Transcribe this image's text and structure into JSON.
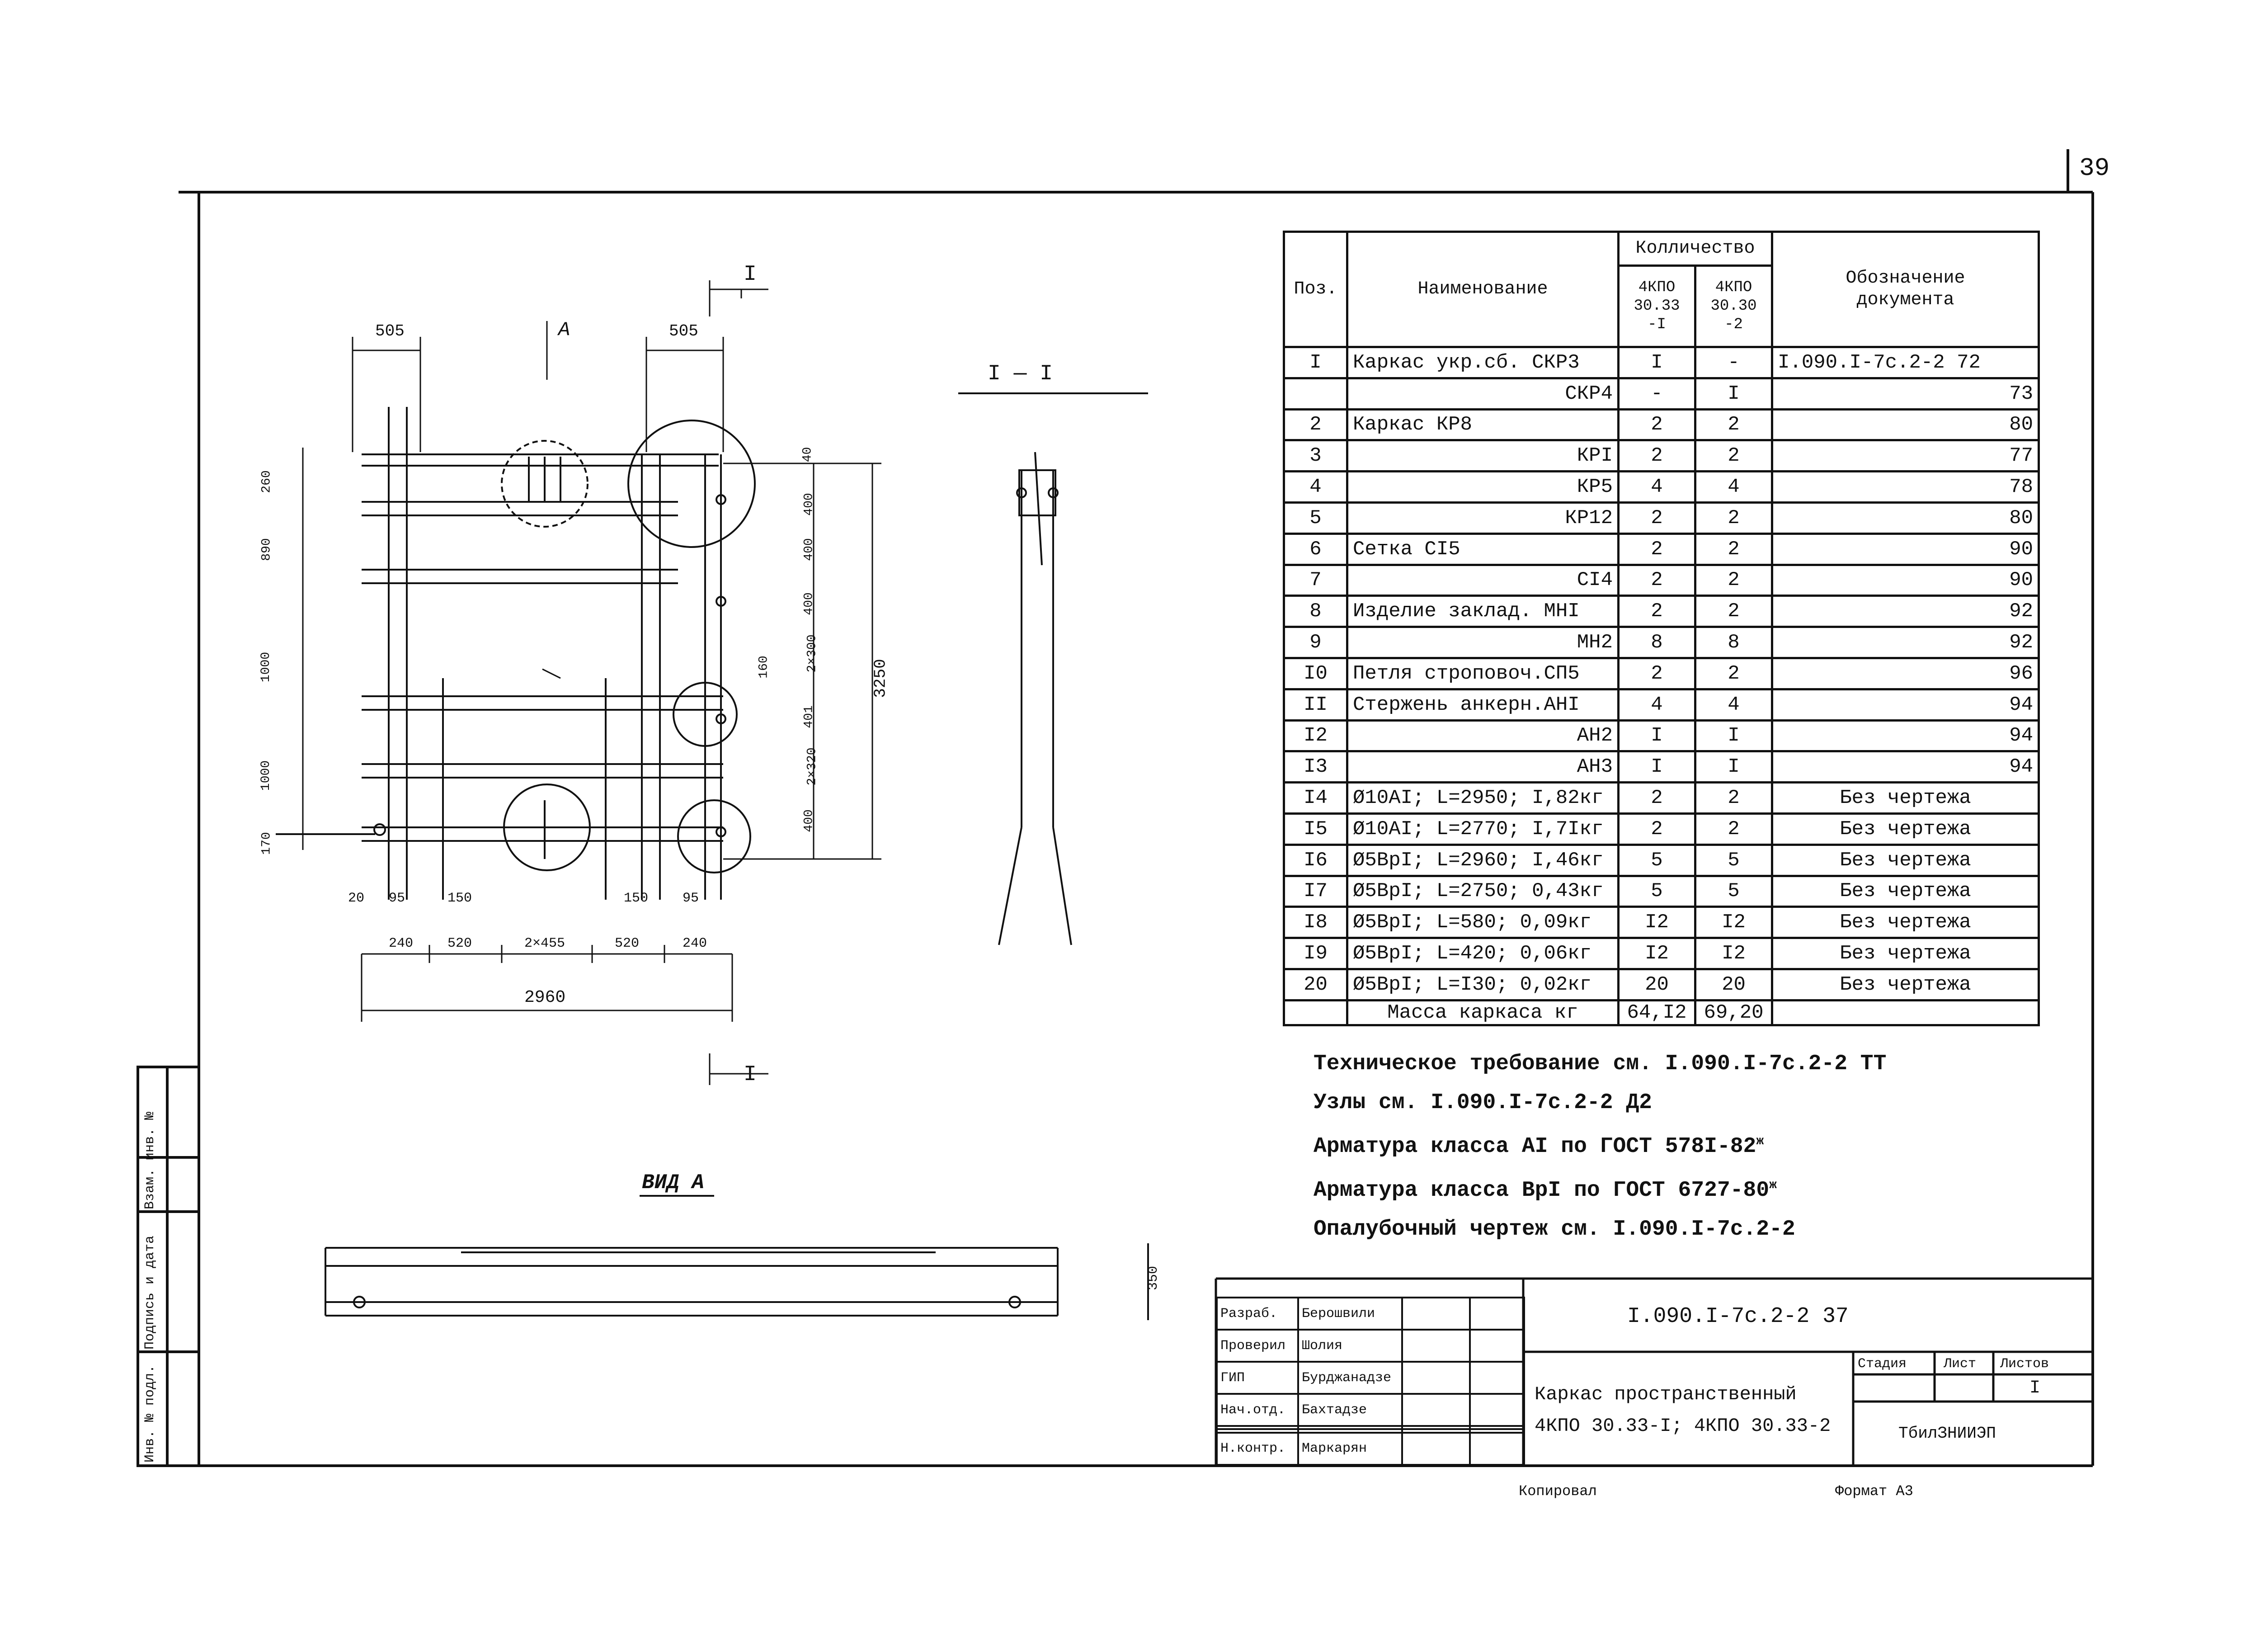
{
  "sheet_number": "39",
  "spec_header": {
    "pos": "Поз.",
    "name": "Наименование",
    "qty": "Колличество",
    "col1": [
      "4КПО",
      "30.33",
      "-I"
    ],
    "col2": [
      "4КПО",
      "30.30",
      "-2"
    ],
    "doc": [
      "Обозначение",
      "документа"
    ]
  },
  "spec_rows": [
    {
      "pos": "I",
      "name": "Каркас укр.сб. СКР3",
      "q1": "I",
      "q2": "-",
      "doc": "I.090.I-7c.2-2 72"
    },
    {
      "pos": "",
      "name": "СКР4",
      "q1": "-",
      "q2": "I",
      "doc": "73"
    },
    {
      "pos": "2",
      "name": "Каркас КР8",
      "q1": "2",
      "q2": "2",
      "doc": "80"
    },
    {
      "pos": "3",
      "name": "КРI",
      "q1": "2",
      "q2": "2",
      "doc": "77"
    },
    {
      "pos": "4",
      "name": "КР5",
      "q1": "4",
      "q2": "4",
      "doc": "78"
    },
    {
      "pos": "5",
      "name": "КР12",
      "q1": "2",
      "q2": "2",
      "doc": "80"
    },
    {
      "pos": "6",
      "name": "Сетка СI5",
      "q1": "2",
      "q2": "2",
      "doc": "90"
    },
    {
      "pos": "7",
      "name": "СI4",
      "q1": "2",
      "q2": "2",
      "doc": "90"
    },
    {
      "pos": "8",
      "name": "Изделие заклад. МНI",
      "q1": "2",
      "q2": "2",
      "doc": "92"
    },
    {
      "pos": "9",
      "name": "МН2",
      "q1": "8",
      "q2": "8",
      "doc": "92"
    },
    {
      "pos": "I0",
      "name": "Петля строповоч.СП5",
      "q1": "2",
      "q2": "2",
      "doc": "96"
    },
    {
      "pos": "II",
      "name": "Стержень анкерн.АНI",
      "q1": "4",
      "q2": "4",
      "doc": "94"
    },
    {
      "pos": "I2",
      "name": "АН2",
      "q1": "I",
      "q2": "I",
      "doc": "94"
    },
    {
      "pos": "I3",
      "name": "АН3",
      "q1": "I",
      "q2": "I",
      "doc": "94"
    },
    {
      "pos": "I4",
      "name": "Ø10АI; L=2950; I,82кг",
      "q1": "2",
      "q2": "2",
      "doc": "Без чертежа"
    },
    {
      "pos": "I5",
      "name": "Ø10АI; L=2770; I,7Iкг",
      "q1": "2",
      "q2": "2",
      "doc": "Без чертежа"
    },
    {
      "pos": "I6",
      "name": "Ø5ВрI; L=2960; I,46кг",
      "q1": "5",
      "q2": "5",
      "doc": "Без чертежа"
    },
    {
      "pos": "I7",
      "name": "Ø5ВрI; L=2750; 0,43кг",
      "q1": "5",
      "q2": "5",
      "doc": "Без чертежа"
    },
    {
      "pos": "I8",
      "name": "Ø5ВрI; L=580; 0,09кг",
      "q1": "I2",
      "q2": "I2",
      "doc": "Без чертежа"
    },
    {
      "pos": "I9",
      "name": "Ø5ВрI; L=420; 0,06кг",
      "q1": "I2",
      "q2": "I2",
      "doc": "Без чертежа"
    },
    {
      "pos": "20",
      "name": "Ø5ВрI; L=I30; 0,02кг",
      "q1": "20",
      "q2": "20",
      "doc": "Без чертежа"
    }
  ],
  "spec_total": {
    "label": "Масса каркаса кг",
    "q1": "64,I2",
    "q2": "69,20"
  },
  "notes": [
    "Техническое требование см. I.090.I-7c.2-2 ТТ",
    "Узлы см. I.090.I-7c.2-2 Д2",
    "Арматура класса АI по ГОСТ 578I-82",
    "Арматура класса ВрI по ГОСТ 6727-80",
    "Опалубочный чертеж см. I.090.I-7c.2-2"
  ],
  "note_sup": "ж",
  "view_a_title": "ВИД А",
  "section_title": "I — I",
  "section_mark": "I",
  "view_mark": "А",
  "plan_dims": {
    "top_left": "505",
    "top_right": "505",
    "overall_w": "2960",
    "overall_h": "3250",
    "w240a": "240",
    "w520a": "520",
    "w2x455": "2×455",
    "w520b": "520",
    "w240b": "240",
    "r40": "40",
    "r400a": "400",
    "r400b": "400",
    "r400c": "400",
    "r2x300": "2×300",
    "r160": "160",
    "r401": "401",
    "r2x320": "2×320",
    "r400d": "400",
    "l260": "260",
    "l890": "890",
    "l1000a": "1000",
    "l1000b": "1000",
    "l170": "170",
    "b20": "20",
    "b95a": "95",
    "b150a": "150",
    "b150b": "150",
    "b95b": "95",
    "v350": "350"
  },
  "title_block": {
    "roles": [
      "Разраб.",
      "Проверил",
      "ГИП",
      "Нач.отд.",
      "",
      "",
      "Н.контр."
    ],
    "names": [
      "Берошвили",
      "Шолия",
      "Бурджанадзе",
      "Бахтадзе",
      "",
      "",
      "Маркарян"
    ],
    "code": "I.090.I-7c.2-2 37",
    "title_line1": "Каркас пространственный",
    "title_line2": "4КПО 30.33-I; 4КПО 30.33-2",
    "stage": "Стадия",
    "sheet": "Лист",
    "sheets": "Листов",
    "sheets_value": "I",
    "org": "ТбилЗНИИЭП"
  },
  "footer_copied": "Копировал",
  "footer_format": "Формат А3",
  "side_labels": [
    "Инв. № подл.",
    "Подпись и дата",
    "Взам. инв. №"
  ]
}
